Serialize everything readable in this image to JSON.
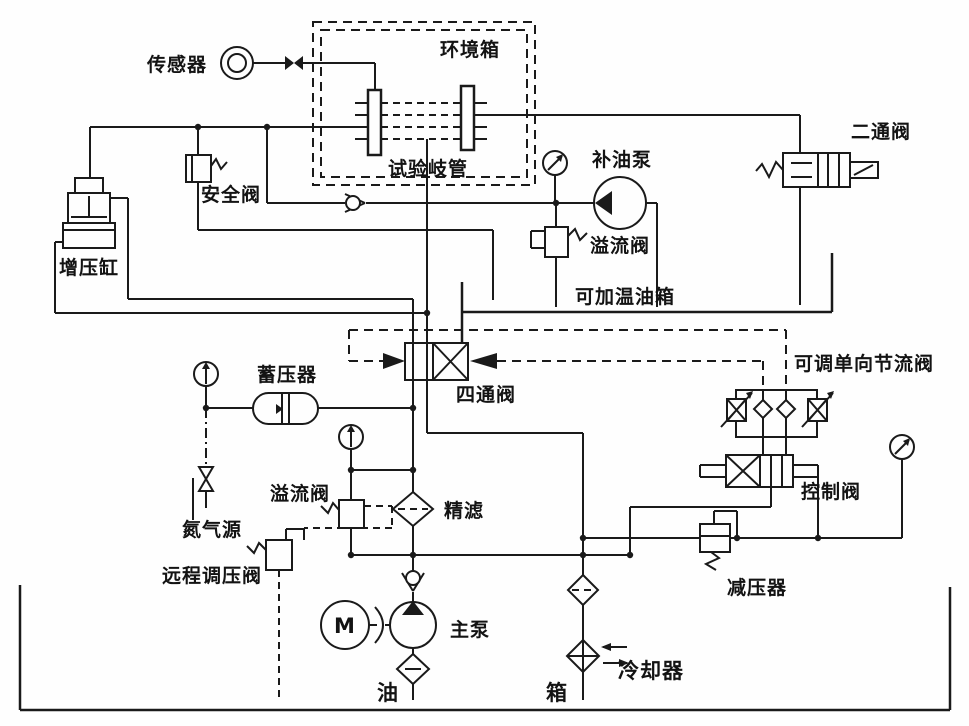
{
  "diagram": {
    "type": "hydraulic-test-system-schematic",
    "colors": {
      "line": "#1a1a1a",
      "background": "#ffffff"
    },
    "labels": {
      "sensor": "传感器",
      "env_chamber": "环境箱",
      "test_manifold": "试验岐管",
      "supply_pump": "补油泵",
      "two_way_valve": "二通阀",
      "safety_valve": "安全阀",
      "booster_cylinder": "增压缸",
      "relief_valve_top": "溢流阀",
      "heatable_tank": "可加温油箱",
      "accumulator": "蓄压器",
      "four_way_valve": "四通阀",
      "adj_throttle_valve": "可调单向节流阀",
      "control_valve": "控制阀",
      "nitrogen_source": "氮气源",
      "relief_valve_main": "溢流阀",
      "fine_filter": "精滤",
      "remote_pressure_valve": "远程调压阀",
      "pressure_reducer": "减压器",
      "main_pump": "主泵",
      "cooler": "冷却器",
      "oil": "油",
      "tank": "箱",
      "motor": "M"
    }
  }
}
